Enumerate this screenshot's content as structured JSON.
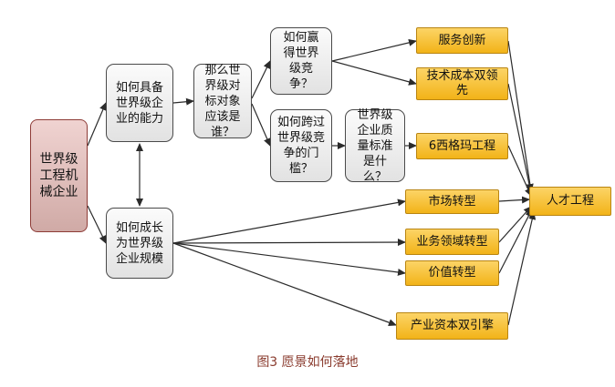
{
  "colors": {
    "grey_fill": "#e9e9e9",
    "root_fill": "#e2c0bd",
    "root_border": "#8e3c37",
    "leaf_fill": "#f8c63a",
    "leaf_border": "#b98512",
    "caption": "#8a3b2e",
    "line": "#2b2b2b"
  },
  "nodes": {
    "root": "世界级工程机械企业",
    "capability": "如何具备世界级企业的能力",
    "grow": "如何成长为世界级企业规模",
    "benchmark": "那么世界级对标对象应该是谁？",
    "win": "如何赢得世界级竞争？",
    "cross": "如何跨过世界级竞争的门槛？",
    "quality": "世界级企业质量标准是什么？",
    "service": "服务创新",
    "tech": "技术成本双领先",
    "sigma": "6西格玛工程",
    "talent": "人才工程",
    "market": "市场转型",
    "business": "业务领域转型",
    "value": "价值转型",
    "engine": "产业资本双引擎"
  },
  "caption": "图3 愿景如何落地"
}
